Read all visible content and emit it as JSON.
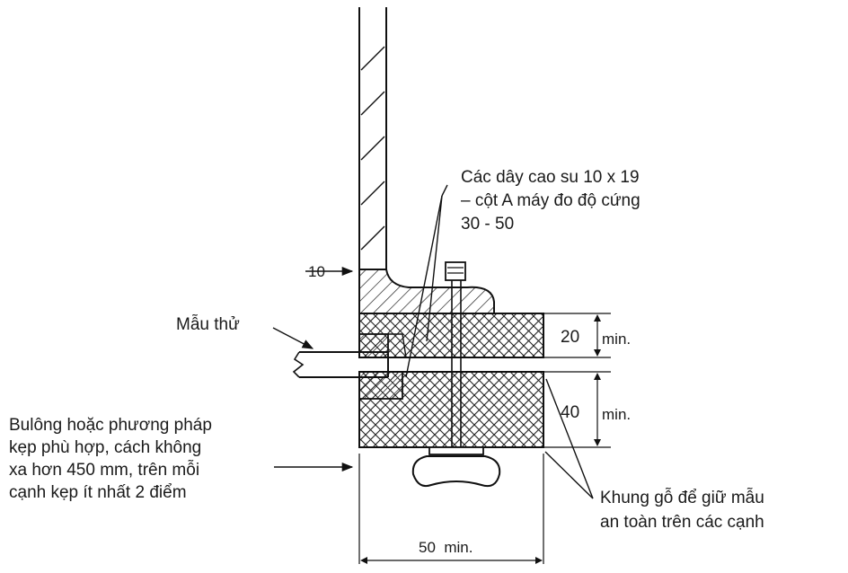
{
  "labels": {
    "rubber_strips": [
      "Các dây cao su 10 x 19",
      "– cột A máy đo độ cứng",
      "30 - 50"
    ],
    "ten": "10",
    "specimen": "Mẫu thử",
    "bolt": [
      "Bulông hoặc phương pháp",
      "kẹp phù hợp, cách không",
      "xa hơn 450 mm, trên mỗi",
      "cạnh kẹp ít nhất 2 điểm"
    ],
    "frame": [
      "Khung gỗ để giữ mẫu",
      "an toàn trên các cạnh"
    ],
    "dim_20": "20",
    "dim_20_min": "min.",
    "dim_40": "40",
    "dim_40_min": "min.",
    "dim_50": "50  min."
  }
}
